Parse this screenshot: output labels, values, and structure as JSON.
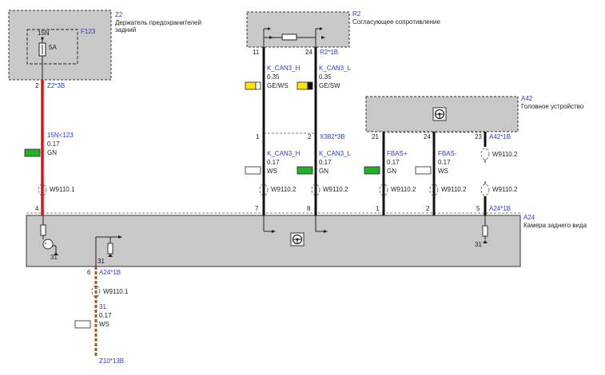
{
  "colors": {
    "wire_red": "#e01010",
    "wire_black": "#111111",
    "wire_brown": "#a05a1a",
    "gn_swatch": "#22b02a",
    "yellow_swatch": "#ffe600",
    "link_blue": "#2a3ad0",
    "component_fill": "#c8c8c8"
  },
  "components": {
    "z2": {
      "id": "Z2",
      "name": "Держатель предохранителей",
      "name2": "задний"
    },
    "f123": {
      "id": "F123",
      "pin_top": "15N",
      "rating": "5A"
    },
    "r2": {
      "id": "R2",
      "name": "Согласующее сопротивление"
    },
    "a42": {
      "id": "A42",
      "name": "Головное устройство"
    },
    "a24": {
      "id": "A24",
      "name": "Камера заднего вида"
    }
  },
  "connectors": {
    "z2_3b": {
      "label": "Z2*3B",
      "pin": "2"
    },
    "r2_1b": {
      "label": "R2*1B",
      "pin_left": "11",
      "pin_right": "24"
    },
    "x382_3b": {
      "label": "X382*3B",
      "pin_left": "1",
      "pin_right": "2"
    },
    "a42_1b": {
      "label": "A42*1B",
      "pin_21": "21",
      "pin_24": "24",
      "pin_23": "23"
    },
    "a24_1b_top": {
      "label": "A24*1B",
      "pin_4": "4",
      "pin_7": "7",
      "pin_8": "8",
      "pin_1": "1",
      "pin_2": "2",
      "pin_5": "5"
    },
    "a24_1b_bottom": {
      "label": "A24*1B",
      "pin": "6"
    },
    "z10_13b": {
      "label": "Z10*13B"
    }
  },
  "wires": {
    "w15n": {
      "name": "15N<123",
      "size": "0.17",
      "color": "GN"
    },
    "can_h_top": {
      "name": "K_CAN3_H",
      "size": "0.35",
      "color": "GE/WS"
    },
    "can_l_top": {
      "name": "K_CAN3_L",
      "size": "0.35",
      "color": "GE/SW"
    },
    "can_h_bot": {
      "name": "K_CAN3_H",
      "size": "0.17",
      "color": "WS"
    },
    "can_l_bot": {
      "name": "K_CAN3_L",
      "size": "0.17",
      "color": "GN"
    },
    "fbas_p": {
      "name": "FBAS+",
      "size": "0.17",
      "color": "GN"
    },
    "fbas_m": {
      "name": "FBAS-",
      "size": "0.17",
      "color": "WS"
    },
    "w31": {
      "name": "31",
      "size": "0.17",
      "color": "WS"
    }
  },
  "shields": {
    "s1": "W9110.1",
    "s2": "W9110.2",
    "s3": "W9110.2",
    "s4": "W9110.2",
    "s5": "W9110.2",
    "s6": "W9110.2",
    "s7": "W9110.2",
    "s8": "W9110.1"
  },
  "grounds": {
    "g1": "31",
    "g2": "31",
    "g3": "31"
  },
  "icons": {
    "a42": "steering-wheel-icon",
    "a24": "steering-wheel-icon"
  }
}
